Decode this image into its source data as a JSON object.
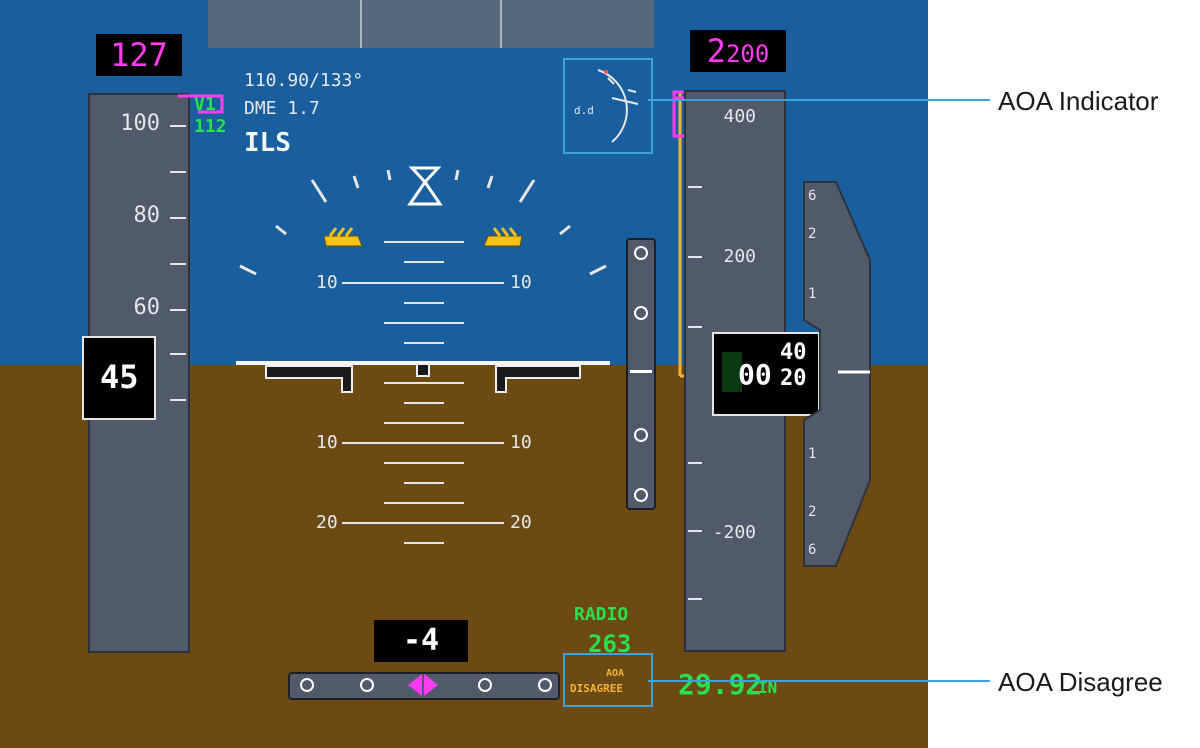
{
  "airspeed": {
    "selected": "127",
    "current": "45",
    "bug_label": "V1",
    "bug_value": "112",
    "scale": [
      "100",
      "80",
      "60"
    ]
  },
  "navigation": {
    "frequency_course": "110.90/133°",
    "dme": "DME 1.7",
    "source": "ILS"
  },
  "attitude": {
    "pitch_marks": [
      "10",
      "10",
      "10",
      "10",
      "20",
      "20"
    ]
  },
  "altitude": {
    "selected_large": "2",
    "selected_small": "200",
    "current_green": "00",
    "current_drum_top": "40",
    "current_drum_bottom": "20",
    "scale": [
      "400",
      "200",
      "-200"
    ]
  },
  "vertical_speed": {
    "scale_left": [
      "6",
      "2",
      "1",
      "1",
      "2",
      "6"
    ]
  },
  "radio": {
    "label": "RADIO",
    "value": "263"
  },
  "heading_box": {
    "value": "-4"
  },
  "aoa_disagree": {
    "line1": "AOA",
    "line2": "DISAGREE"
  },
  "barometer": {
    "value": "29.92",
    "unit": "IN"
  },
  "aoa_gauge": {
    "label": "d.d"
  },
  "callouts": {
    "aoa_indicator": "AOA Indicator",
    "aoa_disagree": "AOA Disagree"
  },
  "colors": {
    "sky": "#195f9e",
    "ground": "#6b4a14",
    "magenta": "#ff3cf0",
    "green": "#27e24a",
    "amber": "#f6b231",
    "callout": "#3aa2dc"
  }
}
